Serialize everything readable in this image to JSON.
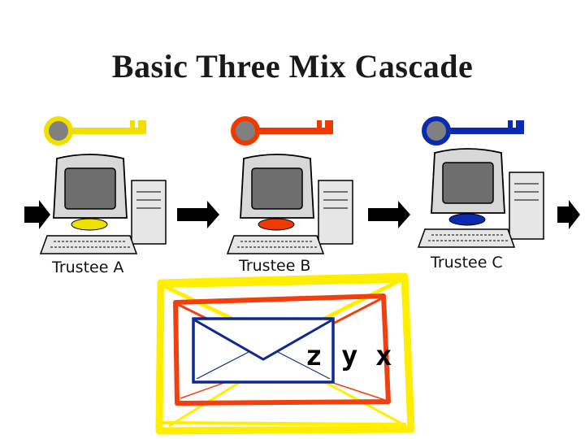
{
  "title": "Basic Three Mix Cascade",
  "trustees": [
    {
      "label": "Trustee A",
      "color": "#f0e000"
    },
    {
      "label": "Trustee B",
      "color": "#ee3a00"
    },
    {
      "label": "Trustee C",
      "color": "#0a2ab0"
    }
  ],
  "envelope": {
    "layers": [
      "z",
      "y",
      "x"
    ],
    "outer_color": "#ffee00",
    "middle_color": "#f04010",
    "inner_color": "#102890"
  },
  "colors": {
    "key_head": "#808080",
    "arrow": "#000000",
    "monitor_body": "#d8d8d8",
    "screen": "#6e6e6e"
  }
}
